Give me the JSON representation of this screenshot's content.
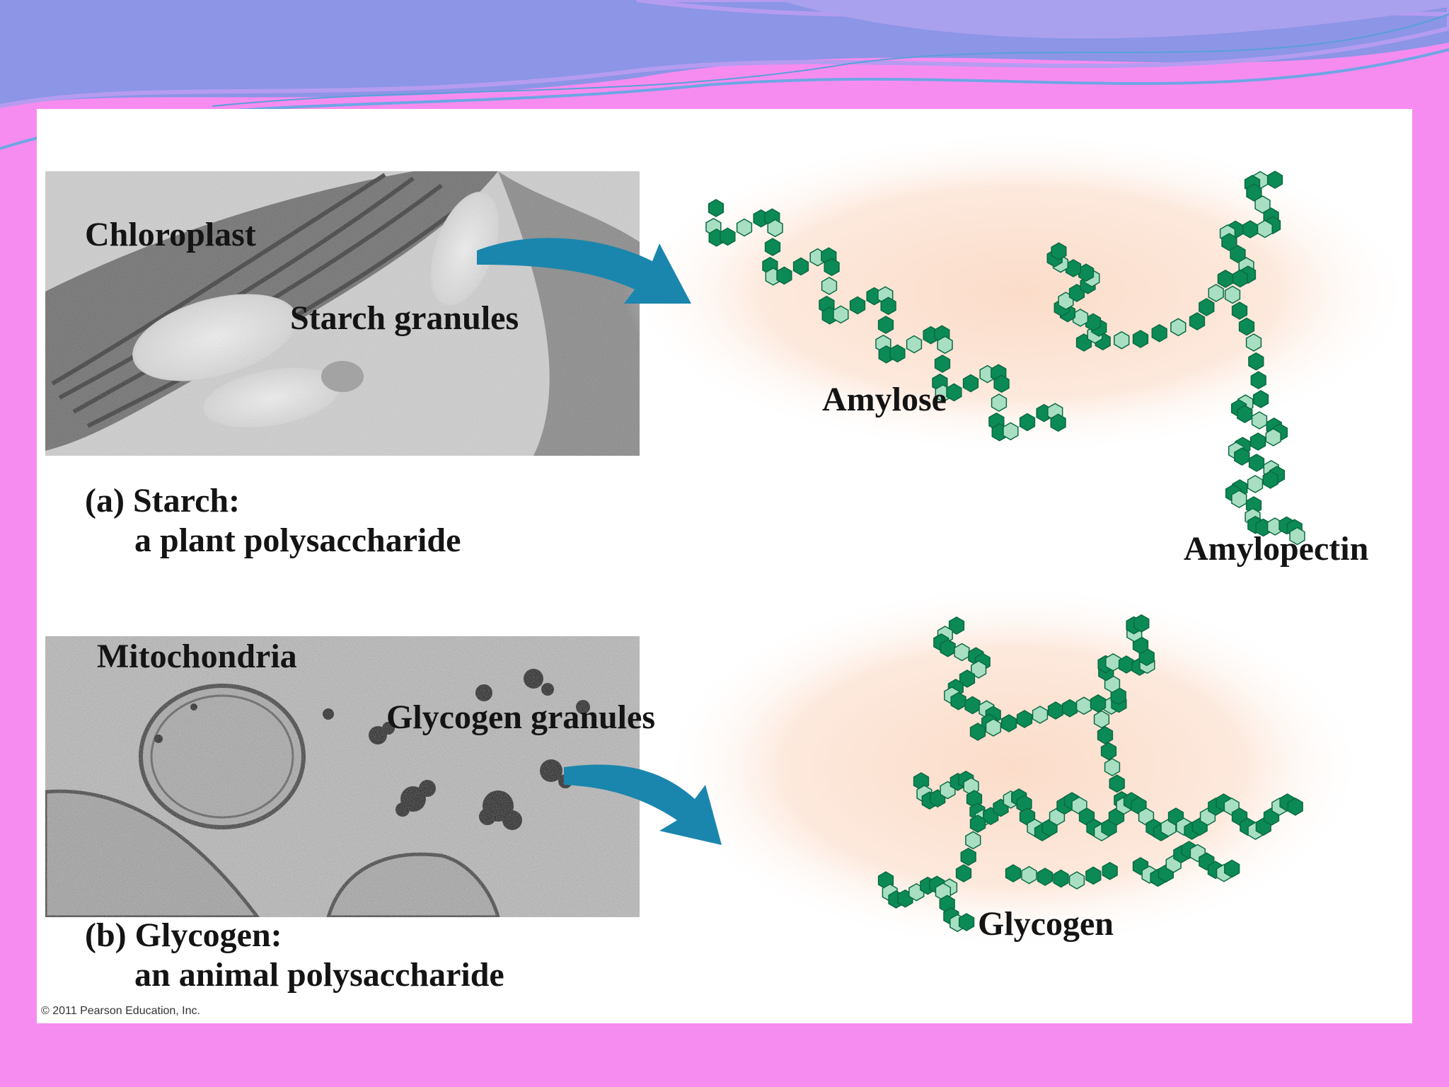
{
  "slide": {
    "colors": {
      "background": "#f78cf0",
      "wave_blue": "#7f8fe4",
      "panel": "#ffffff",
      "arrow": "#1b86ad",
      "glucose_dark": "#0b8a55",
      "glucose_light": "#a8dfc2"
    },
    "starch": {
      "micrograph_labels": {
        "chloroplast": "Chloroplast",
        "starch_granules": "Starch granules"
      },
      "caption_line1": "(a) Starch:",
      "caption_line2": "a plant polysaccharide",
      "amylose_label": "Amylose",
      "amylopectin_label": "Amylopectin"
    },
    "glycogen": {
      "micrograph_labels": {
        "mitochondria": "Mitochondria",
        "glycogen_granules": "Glycogen granules"
      },
      "caption_line1": "(b) Glycogen:",
      "caption_line2": "an animal polysaccharide",
      "glycogen_label": "Glycogen"
    },
    "copyright": "© 2011 Pearson Education, Inc."
  }
}
